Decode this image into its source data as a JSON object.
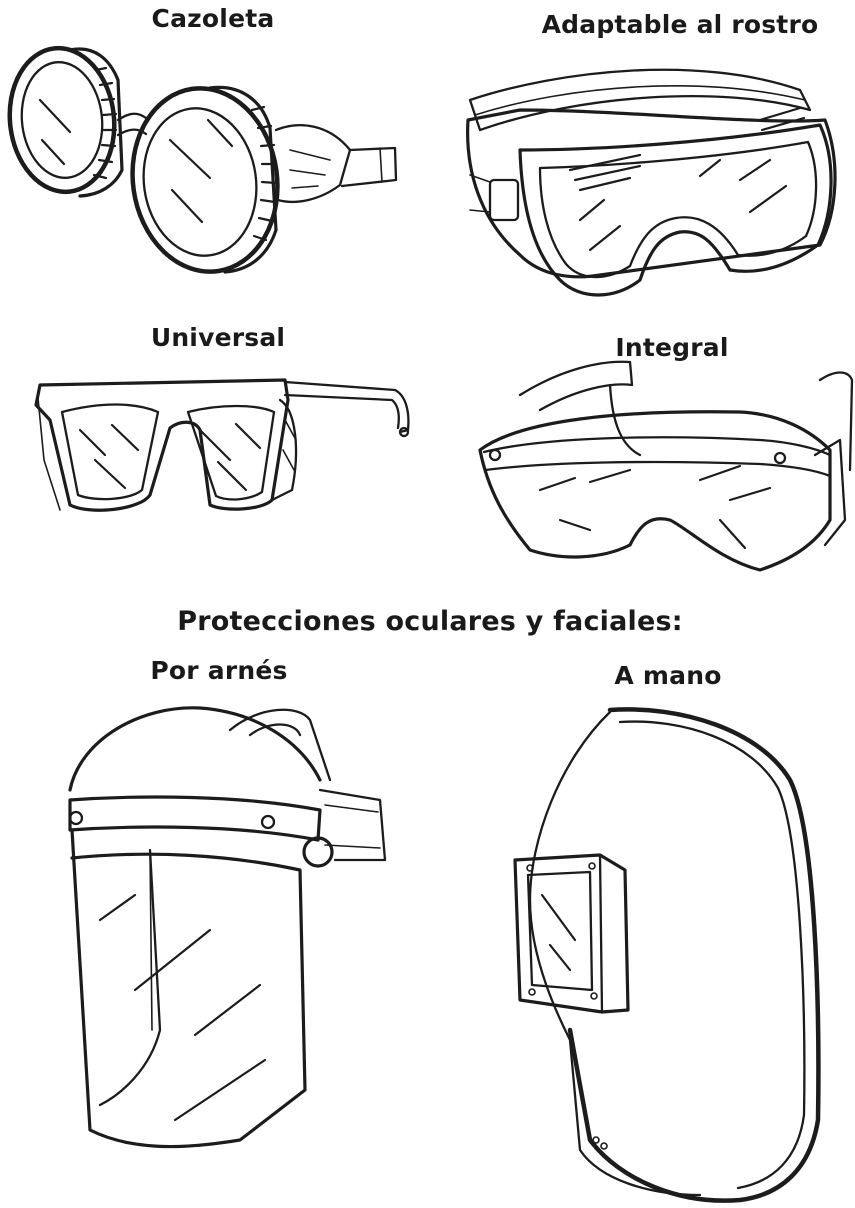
{
  "colors": {
    "ink": "#1c1c1c",
    "background": "#ffffff"
  },
  "labels": {
    "cazoleta": "Cazoleta",
    "adaptable": "Adaptable al rostro",
    "universal": "Universal",
    "integral": "Integral",
    "section_title": "Protecciones oculares y faciales:",
    "por_arnes": "Por arnés",
    "a_mano": "A mano"
  }
}
